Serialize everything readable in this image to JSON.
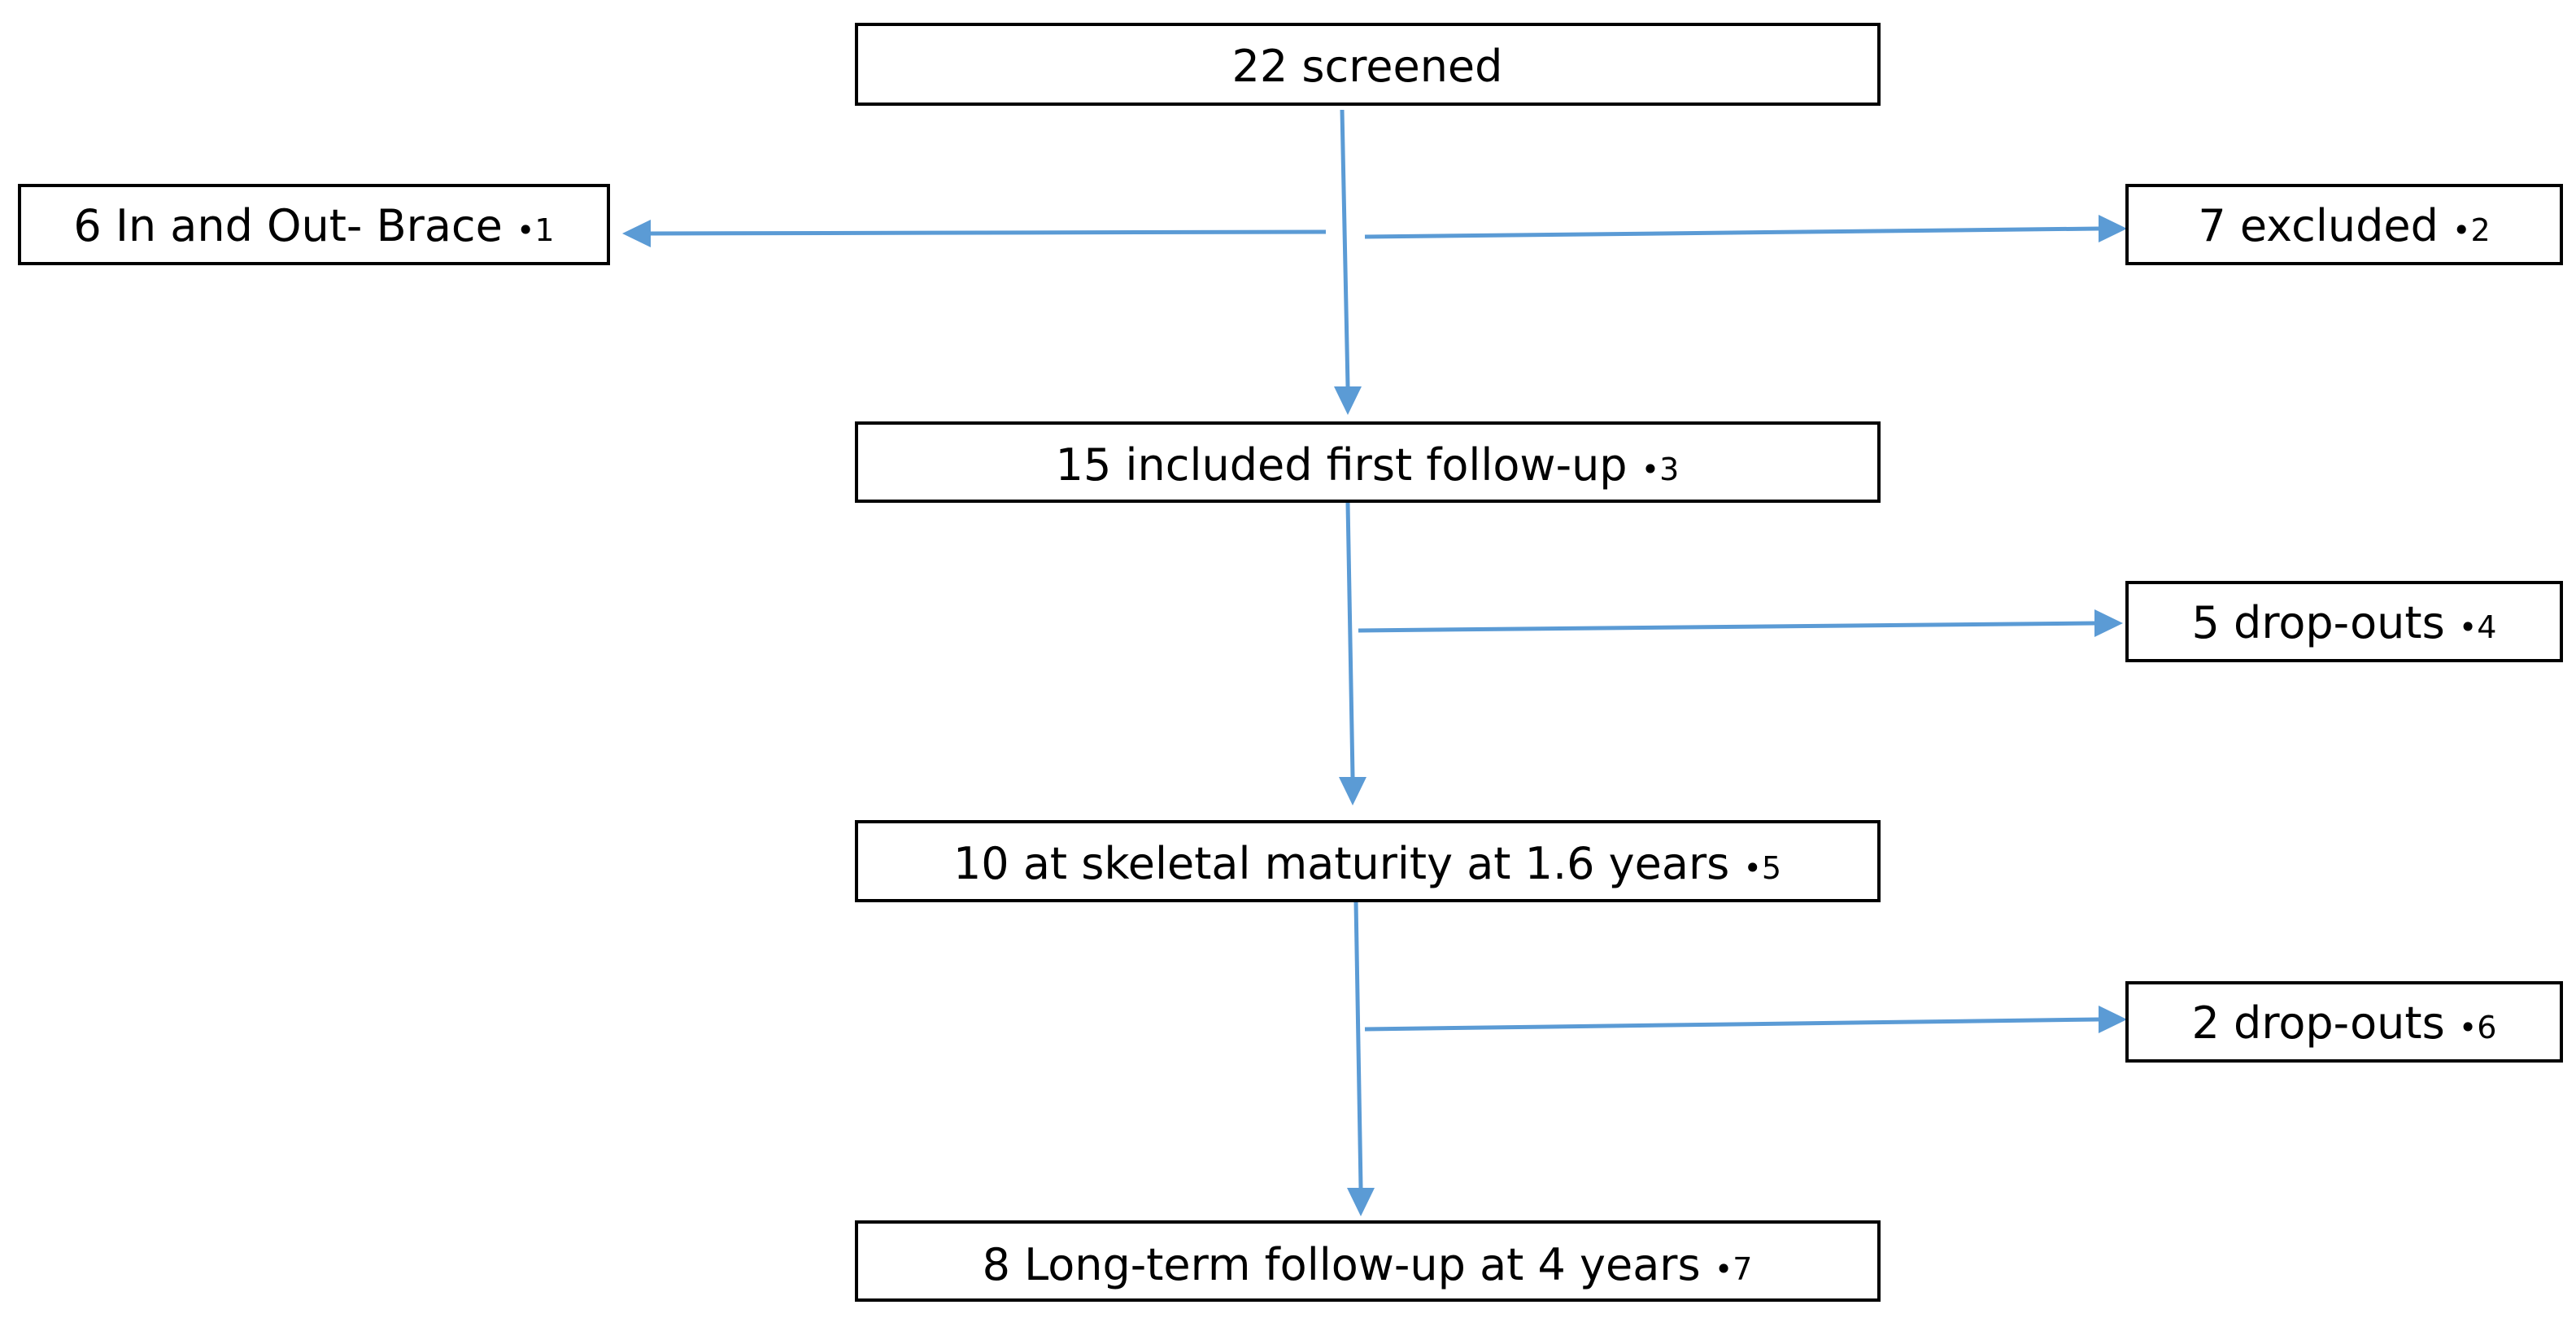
{
  "diagram": {
    "accent_color": "#5b9bd5",
    "boxes": {
      "screened": {
        "label": "22 screened",
        "note": ""
      },
      "brace": {
        "label": "6 In and Out- Brace ",
        "note": "•1"
      },
      "excluded": {
        "label": "7 excluded ",
        "note": "•2"
      },
      "included": {
        "label": "15 included first follow-up ",
        "note": "•3"
      },
      "dropouts_1": {
        "label": "5 drop-outs ",
        "note": "•4"
      },
      "maturity": {
        "label": "10 at skeletal maturity at 1.6 years ",
        "note": "•5"
      },
      "dropouts_2": {
        "label": "2 drop-outs ",
        "note": "•6"
      },
      "long_term": {
        "label": "8 Long-term follow-up at 4 years ",
        "note": "•7"
      }
    }
  }
}
